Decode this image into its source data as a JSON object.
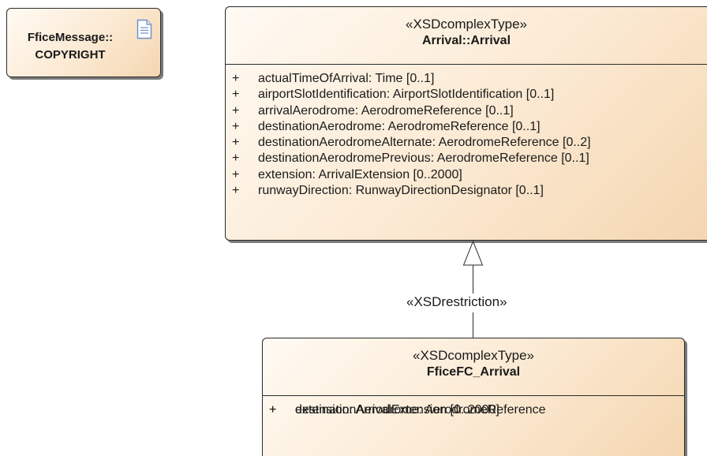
{
  "copyright_note": {
    "line1": "FficeMessage::",
    "line2": "COPYRIGHT",
    "icon": "document-icon"
  },
  "arrival_class": {
    "stereotype": "«XSDcomplexType»",
    "name": "Arrival::Arrival",
    "attributes": [
      {
        "visibility": "+",
        "text": "actualTimeOfArrival: Time [0..1]"
      },
      {
        "visibility": "+",
        "text": "airportSlotIdentification: AirportSlotIdentification [0..1]"
      },
      {
        "visibility": "+",
        "text": "arrivalAerodrome: AerodromeReference [0..1]"
      },
      {
        "visibility": "+",
        "text": "destinationAerodrome: AerodromeReference [0..1]"
      },
      {
        "visibility": "+",
        "text": "destinationAerodromeAlternate: AerodromeReference [0..2]"
      },
      {
        "visibility": "+",
        "text": "destinationAerodromePrevious: AerodromeReference [0..1]"
      },
      {
        "visibility": "+",
        "text": "extension: ArrivalExtension [0..2000]"
      },
      {
        "visibility": "+",
        "text": "runwayDirection: RunwayDirectionDesignator [0..1]"
      }
    ]
  },
  "relationship": {
    "stereotype": "«XSDrestriction»",
    "type": "generalization"
  },
  "fficefc_class": {
    "stereotype": "«XSDcomplexType»",
    "name": "FficeFC_Arrival",
    "attributes": [
      {
        "visibility": "+",
        "text": "destinationAerodrome: AerodromeReference"
      },
      {
        "visibility": "+",
        "text": "extension: ArrivalExtension [0..2000]"
      }
    ]
  }
}
